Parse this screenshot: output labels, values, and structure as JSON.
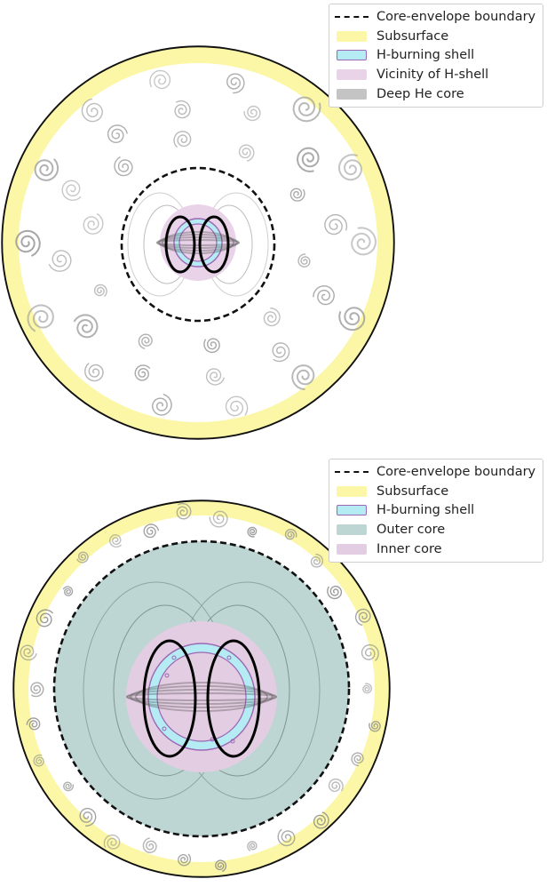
{
  "colors": {
    "boundary": "#111111",
    "subsurface": "#fbf7a6",
    "h_shell_fill": "#b5ecf4",
    "h_shell_edge": "#9b67b5",
    "vicinity": "#e9d3e9",
    "deep_core": "#c4c4c4",
    "outer_core": "#bdd6d3",
    "inner_core": "#e3cde2",
    "spiral": "#9a9a9a"
  },
  "panels": [
    {
      "legend": [
        {
          "label": "Core-envelope boundary",
          "icon": "dashed-line-icon"
        },
        {
          "label": "Subsurface",
          "icon": "subsurface-swatch-icon"
        },
        {
          "label": "H-burning shell",
          "icon": "h-shell-swatch-icon"
        },
        {
          "label": "Vicinity of H-shell",
          "icon": "vicinity-swatch-icon"
        },
        {
          "label": "Deep He core",
          "icon": "deep-core-swatch-icon"
        }
      ]
    },
    {
      "legend": [
        {
          "label": "Core-envelope boundary",
          "icon": "dashed-line-icon"
        },
        {
          "label": "Subsurface",
          "icon": "subsurface-swatch-icon"
        },
        {
          "label": "H-burning shell",
          "icon": "h-shell-swatch-icon"
        },
        {
          "label": "Outer core",
          "icon": "outer-core-swatch-icon"
        },
        {
          "label": "Inner core",
          "icon": "inner-core-swatch-icon"
        }
      ]
    }
  ]
}
